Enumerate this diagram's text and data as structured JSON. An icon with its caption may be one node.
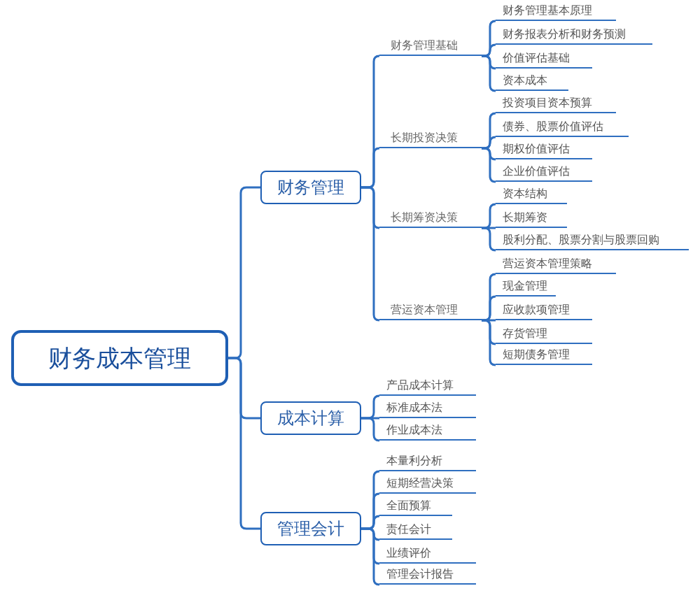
{
  "diagram": {
    "nodes": [
      {
        "text": [
          "财务成本管理"
        ]
      },
      {
        "text": [
          "财务管理"
        ]
      },
      {
        "text": [
          "财务管理基础"
        ]
      },
      {
        "text": [
          "财务管理基本原理"
        ]
      },
      {
        "text": [
          "财务报表分析和财务预测"
        ]
      },
      {
        "text": [
          "价值评估基础"
        ]
      },
      {
        "text": [
          "资本成本"
        ]
      },
      {
        "text": [
          "长期投资决策"
        ]
      },
      {
        "text": [
          "投资项目资本预算"
        ]
      },
      {
        "text": [
          "债券、股票价值评估"
        ]
      },
      {
        "text": [
          "期权价值评估"
        ]
      },
      {
        "text": [
          "企业价值评估"
        ]
      },
      {
        "text": [
          "长期筹资决策"
        ]
      },
      {
        "text": [
          "资本结构"
        ]
      },
      {
        "text": [
          "长期筹资"
        ]
      },
      {
        "text": [
          "股利分配、股票分割与股票回购"
        ]
      },
      {
        "text": [
          "营运资本管理"
        ]
      },
      {
        "text": [
          "营运资本管理策略"
        ]
      },
      {
        "text": [
          "现金管理"
        ]
      },
      {
        "text": [
          "应收款项管理"
        ]
      },
      {
        "text": [
          "存货管理"
        ]
      },
      {
        "text": [
          "短期债务管理"
        ]
      },
      {
        "text": [
          "成本计算"
        ]
      },
      {
        "text": [
          "产品成本计算"
        ]
      },
      {
        "text": [
          "标准成本法"
        ]
      },
      {
        "text": [
          "作业成本法"
        ]
      },
      {
        "text": [
          "管理会计"
        ]
      },
      {
        "text": [
          "本量利分析"
        ]
      },
      {
        "text": [
          "短期经营决策"
        ]
      },
      {
        "text": [
          "全面预算"
        ]
      },
      {
        "text": [
          "责任会计"
        ]
      },
      {
        "text": [
          "业绩评价"
        ]
      },
      {
        "text": [
          "管理会计报告"
        ]
      }
    ],
    "edges": [
      {
        "from": 0,
        "to": 1,
        "arrow": "none"
      },
      {
        "from": 1,
        "to": 2,
        "arrow": "none"
      },
      {
        "from": 2,
        "to": 3,
        "arrow": "none"
      },
      {
        "from": 2,
        "to": 4,
        "arrow": "none"
      },
      {
        "from": 2,
        "to": 5,
        "arrow": "none"
      },
      {
        "from": 2,
        "to": 6,
        "arrow": "none"
      },
      {
        "from": 1,
        "to": 7,
        "arrow": "none"
      },
      {
        "from": 7,
        "to": 8,
        "arrow": "none"
      },
      {
        "from": 7,
        "to": 9,
        "arrow": "none"
      },
      {
        "from": 7,
        "to": 10,
        "arrow": "none"
      },
      {
        "from": 7,
        "to": 11,
        "arrow": "none"
      },
      {
        "from": 1,
        "to": 12,
        "arrow": "none"
      },
      {
        "from": 12,
        "to": 13,
        "arrow": "none"
      },
      {
        "from": 12,
        "to": 14,
        "arrow": "none"
      },
      {
        "from": 12,
        "to": 15,
        "arrow": "none"
      },
      {
        "from": 1,
        "to": 16,
        "arrow": "none"
      },
      {
        "from": 16,
        "to": 17,
        "arrow": "none"
      },
      {
        "from": 16,
        "to": 18,
        "arrow": "none"
      },
      {
        "from": 16,
        "to": 19,
        "arrow": "none"
      },
      {
        "from": 16,
        "to": 20,
        "arrow": "none"
      },
      {
        "from": 16,
        "to": 21,
        "arrow": "none"
      },
      {
        "from": 0,
        "to": 22,
        "arrow": "none"
      },
      {
        "from": 22,
        "to": 23,
        "arrow": "none"
      },
      {
        "from": 22,
        "to": 24,
        "arrow": "none"
      },
      {
        "from": 22,
        "to": 25,
        "arrow": "none"
      },
      {
        "from": 0,
        "to": 26,
        "arrow": "none"
      },
      {
        "from": 26,
        "to": 27,
        "arrow": "none"
      },
      {
        "from": 26,
        "to": 28,
        "arrow": "none"
      },
      {
        "from": 26,
        "to": 29,
        "arrow": "none"
      },
      {
        "from": 26,
        "to": 30,
        "arrow": "none"
      },
      {
        "from": 26,
        "to": 31,
        "arrow": "none"
      },
      {
        "from": 26,
        "to": 32,
        "arrow": "none"
      }
    ]
  }
}
